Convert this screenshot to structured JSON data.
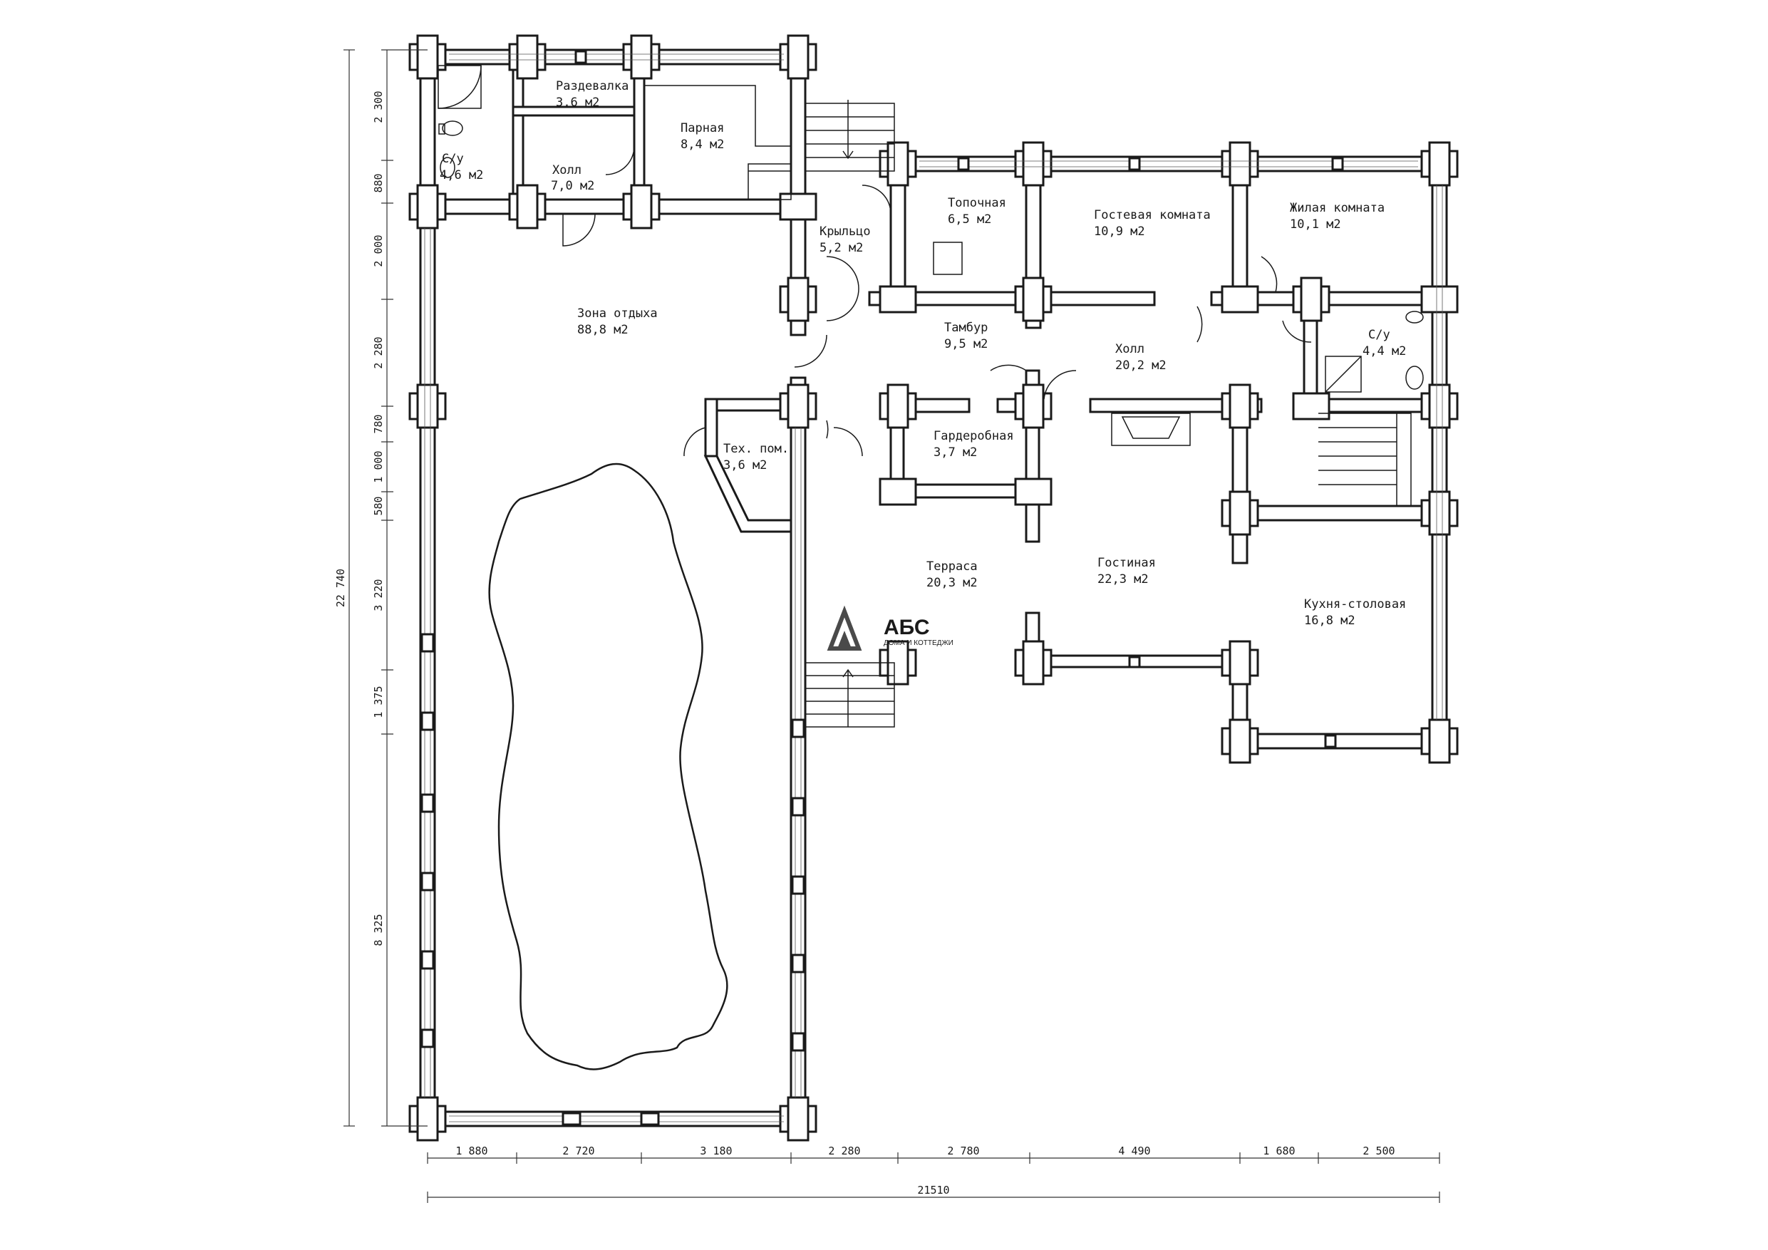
{
  "rooms": {
    "wc1": {
      "name": "С/у",
      "area": "4,6 м2"
    },
    "changing": {
      "name": "Раздевалка",
      "area": "3,6 м2"
    },
    "hall1": {
      "name": "Холл",
      "area": "7,0 м2"
    },
    "steam": {
      "name": "Парная",
      "area": "8,4 м2"
    },
    "furnace": {
      "name": "Топочная",
      "area": "6,5 м2"
    },
    "guest": {
      "name": "Гостевая комната",
      "area": "10,9 м2"
    },
    "living": {
      "name": "Жилая комната",
      "area": "10,1 м2"
    },
    "porch": {
      "name": "Крыльцо",
      "area": "5,2 м2"
    },
    "rest": {
      "name": "Зона отдыха",
      "area": "88,8 м2"
    },
    "vestibule": {
      "name": "Тамбур",
      "area": "9,5 м2"
    },
    "hall2": {
      "name": "Холл",
      "area": "20,2 м2"
    },
    "wc2": {
      "name": "С/у",
      "area": "4,4 м2"
    },
    "tech": {
      "name": "Тех. пом.",
      "area": "3,6 м2"
    },
    "wardrobe": {
      "name": "Гардеробная",
      "area": "3,7 м2"
    },
    "terrace": {
      "name": "Терраса",
      "area": "20,3 м2"
    },
    "lounge": {
      "name": "Гостиная",
      "area": "22,3 м2"
    },
    "kitchen": {
      "name": "Кухня-столовая",
      "area": "16,8 м2"
    }
  },
  "dimensions": {
    "left": [
      "2 300",
      "880",
      "2 000",
      "2 280",
      "780",
      "1 000",
      "580",
      "3 220",
      "1 375",
      "8 325"
    ],
    "left_total": "22 740",
    "bottom": [
      "1 880",
      "2 720",
      "3 180",
      "2 280",
      "2 780",
      "4 490",
      "1 680",
      "2 500"
    ],
    "bottom_total": "21510"
  },
  "logo": {
    "brand": "АБС",
    "tagline": "ДОМА И КОТТЕДЖИ",
    "color": "#4a4a4a"
  }
}
